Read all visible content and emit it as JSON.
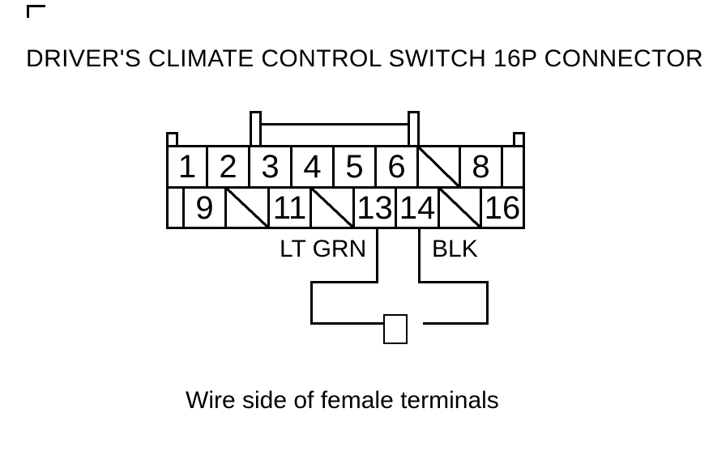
{
  "title": "DRIVER'S CLIMATE CONTROL SWITCH 16P CONNECTOR",
  "caption": "Wire side of female terminals",
  "connector": {
    "type": "16P connector",
    "rows": [
      {
        "cells": [
          {
            "pin": "1"
          },
          {
            "pin": "2"
          },
          {
            "pin": "3"
          },
          {
            "pin": "4"
          },
          {
            "pin": "5"
          },
          {
            "pin": "6"
          },
          {
            "pin": ""
          },
          {
            "pin": "8"
          },
          {
            "pin": ""
          }
        ]
      },
      {
        "cells": [
          {
            "pin": ""
          },
          {
            "pin": "9"
          },
          {
            "pin": ""
          },
          {
            "pin": "11"
          },
          {
            "pin": ""
          },
          {
            "pin": "13"
          },
          {
            "pin": "14"
          },
          {
            "pin": ""
          },
          {
            "pin": "16"
          }
        ]
      }
    ]
  },
  "wires": {
    "left": {
      "label": "LT GRN",
      "pin": "13"
    },
    "right": {
      "label": "BLK",
      "pin": "14"
    }
  },
  "colors": {
    "line": "#000000",
    "background": "#ffffff"
  }
}
